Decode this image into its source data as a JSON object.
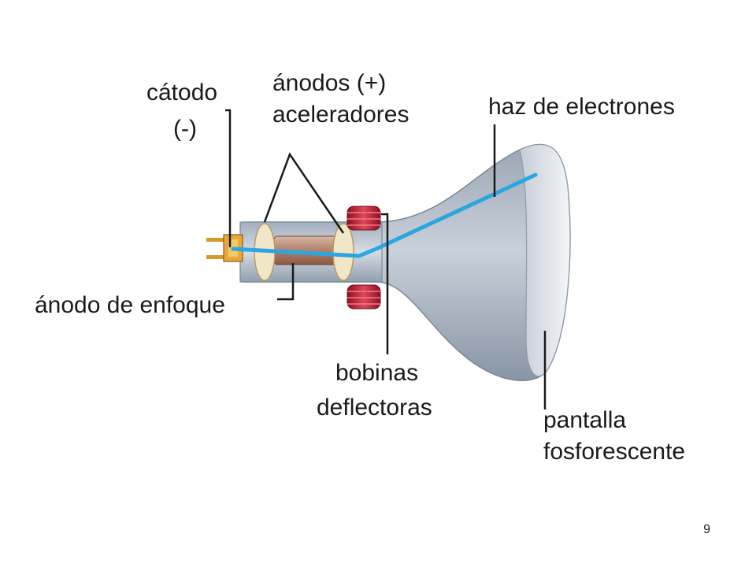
{
  "labels": {
    "catodo_1": "cátodo",
    "catodo_2": "(-)",
    "anodos_1": "ánodos (+)",
    "anodos_2": "aceleradores",
    "haz": "haz de electrones",
    "anodo_enfoque": "ánodo de enfoque",
    "bobinas_1": "bobinas",
    "bobinas_2": "deflectoras",
    "pantalla_1": "pantalla",
    "pantalla_2": "fosforescente"
  },
  "page_number": "9",
  "colors": {
    "beam": "#2aa7e0",
    "glass": "#b9c3cf",
    "coil": "#c8283a",
    "leader": "#1a1a1a"
  }
}
